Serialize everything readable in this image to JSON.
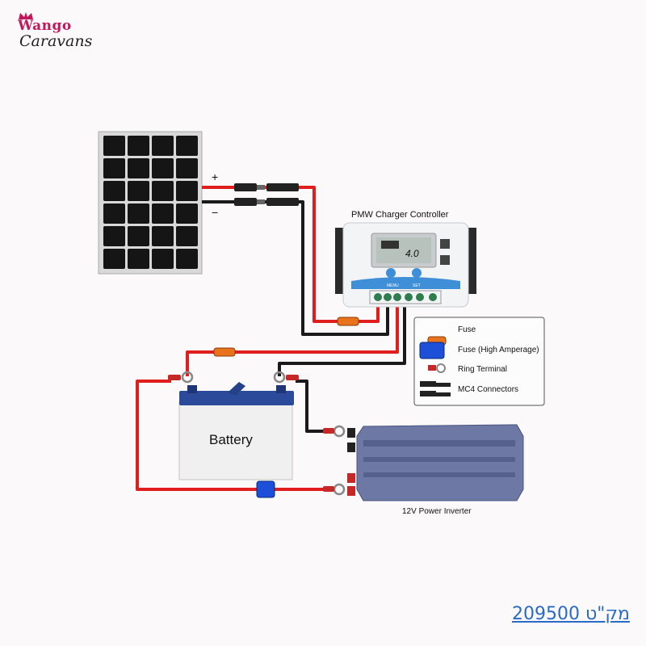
{
  "brand": {
    "line1": "Wango",
    "line2": "Caravans"
  },
  "labels": {
    "plus": "+",
    "minus": "−",
    "controller": "PMW Charger Controller",
    "battery": "Battery",
    "inverter": "12V Power Inverter",
    "menu": "MENU",
    "set": "SET",
    "lcd": "4.0"
  },
  "legend": {
    "items": [
      {
        "icon": "fuse-icon",
        "label": "Fuse"
      },
      {
        "icon": "fuse-high-amperage-icon",
        "label": "Fuse (High Amperage)"
      },
      {
        "icon": "ring-terminal-icon",
        "label": "Ring Terminal"
      },
      {
        "icon": "mc4-connector-icon",
        "label": "MC4 Connectors"
      }
    ]
  },
  "sku": "מק\"ט 209500",
  "colors": {
    "red_wire": "#e01e1e",
    "black_wire": "#1a1a1a",
    "battery_blue": "#2c4a9a",
    "fuse_orange": "#e8731c"
  }
}
